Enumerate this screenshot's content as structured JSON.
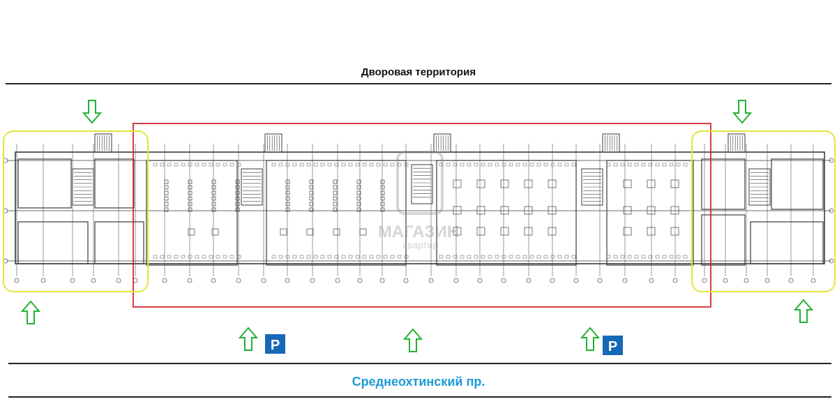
{
  "labels": {
    "courtyard": "Дворовая территория",
    "street": "Среднеохтинский пр."
  },
  "parking": {
    "symbol": "P",
    "count": 2
  },
  "watermark": {
    "text_main": "МАГАЗИН",
    "text_sub": "квартир"
  },
  "colors": {
    "red_zone": "#d1272c",
    "yellow_zone": "#e4e43a",
    "green_arrow": "#22b232",
    "parking_blue": "#1769b6",
    "street_text": "#1e9bd7",
    "plan_lines": "#3a3a3a"
  },
  "zones": [
    {
      "name": "left-wing",
      "color": "yellow"
    },
    {
      "name": "central-section",
      "color": "red"
    },
    {
      "name": "right-wing",
      "color": "yellow"
    }
  ],
  "arrows": [
    {
      "name": "top-left",
      "direction": "down"
    },
    {
      "name": "top-right",
      "direction": "down"
    },
    {
      "name": "bottom-left",
      "direction": "up"
    },
    {
      "name": "bottom-center-left",
      "direction": "up"
    },
    {
      "name": "bottom-center",
      "direction": "up"
    },
    {
      "name": "bottom-center-right",
      "direction": "up"
    },
    {
      "name": "bottom-right",
      "direction": "up"
    }
  ]
}
